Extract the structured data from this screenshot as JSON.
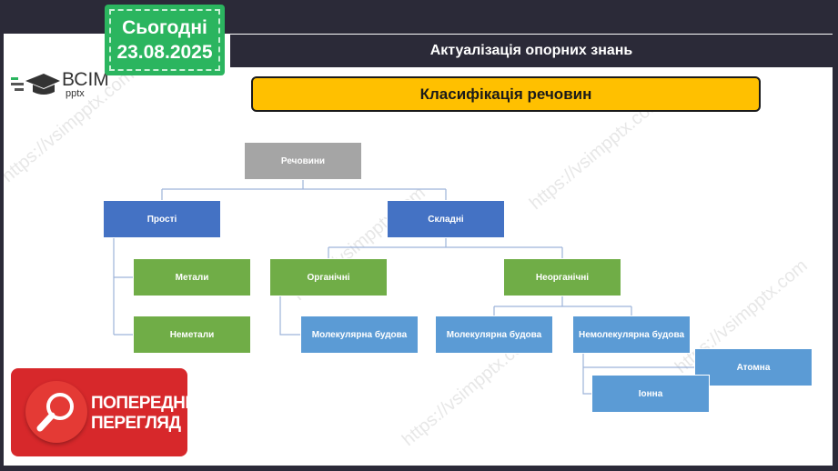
{
  "header": {
    "title": "Актуалізація опорних знань",
    "subtitle": "Класифікація речовин"
  },
  "date_badge": {
    "label": "Сьогодні",
    "date": "23.08.2025"
  },
  "logo": {
    "name": "ВСІМ",
    "sub": "pptx"
  },
  "preview_button": {
    "line1": "ПОПЕРЕДНІЙ",
    "line2": "ПЕРЕГЛЯД"
  },
  "watermark": "https://vsimpptx.com",
  "tree": {
    "root": "Речовини",
    "simple": "Прості",
    "complex": "Складні",
    "metals": "Метали",
    "nonmetals": "Неметали",
    "organic": "Органічні",
    "inorganic": "Неорганічні",
    "org_molecular": "Молекулярна будова",
    "inorg_molecular": "Молекулярна будова",
    "nonmolecular": "Немолекулярна будова",
    "atomic": "Атомна",
    "ionic": "Іонна"
  },
  "colors": {
    "gray": "#a5a5a5",
    "blue": "#4472c4",
    "green": "#70ad47",
    "light_blue": "#5b9bd5",
    "yellow": "#ffc000",
    "dark": "#2b2a38"
  }
}
